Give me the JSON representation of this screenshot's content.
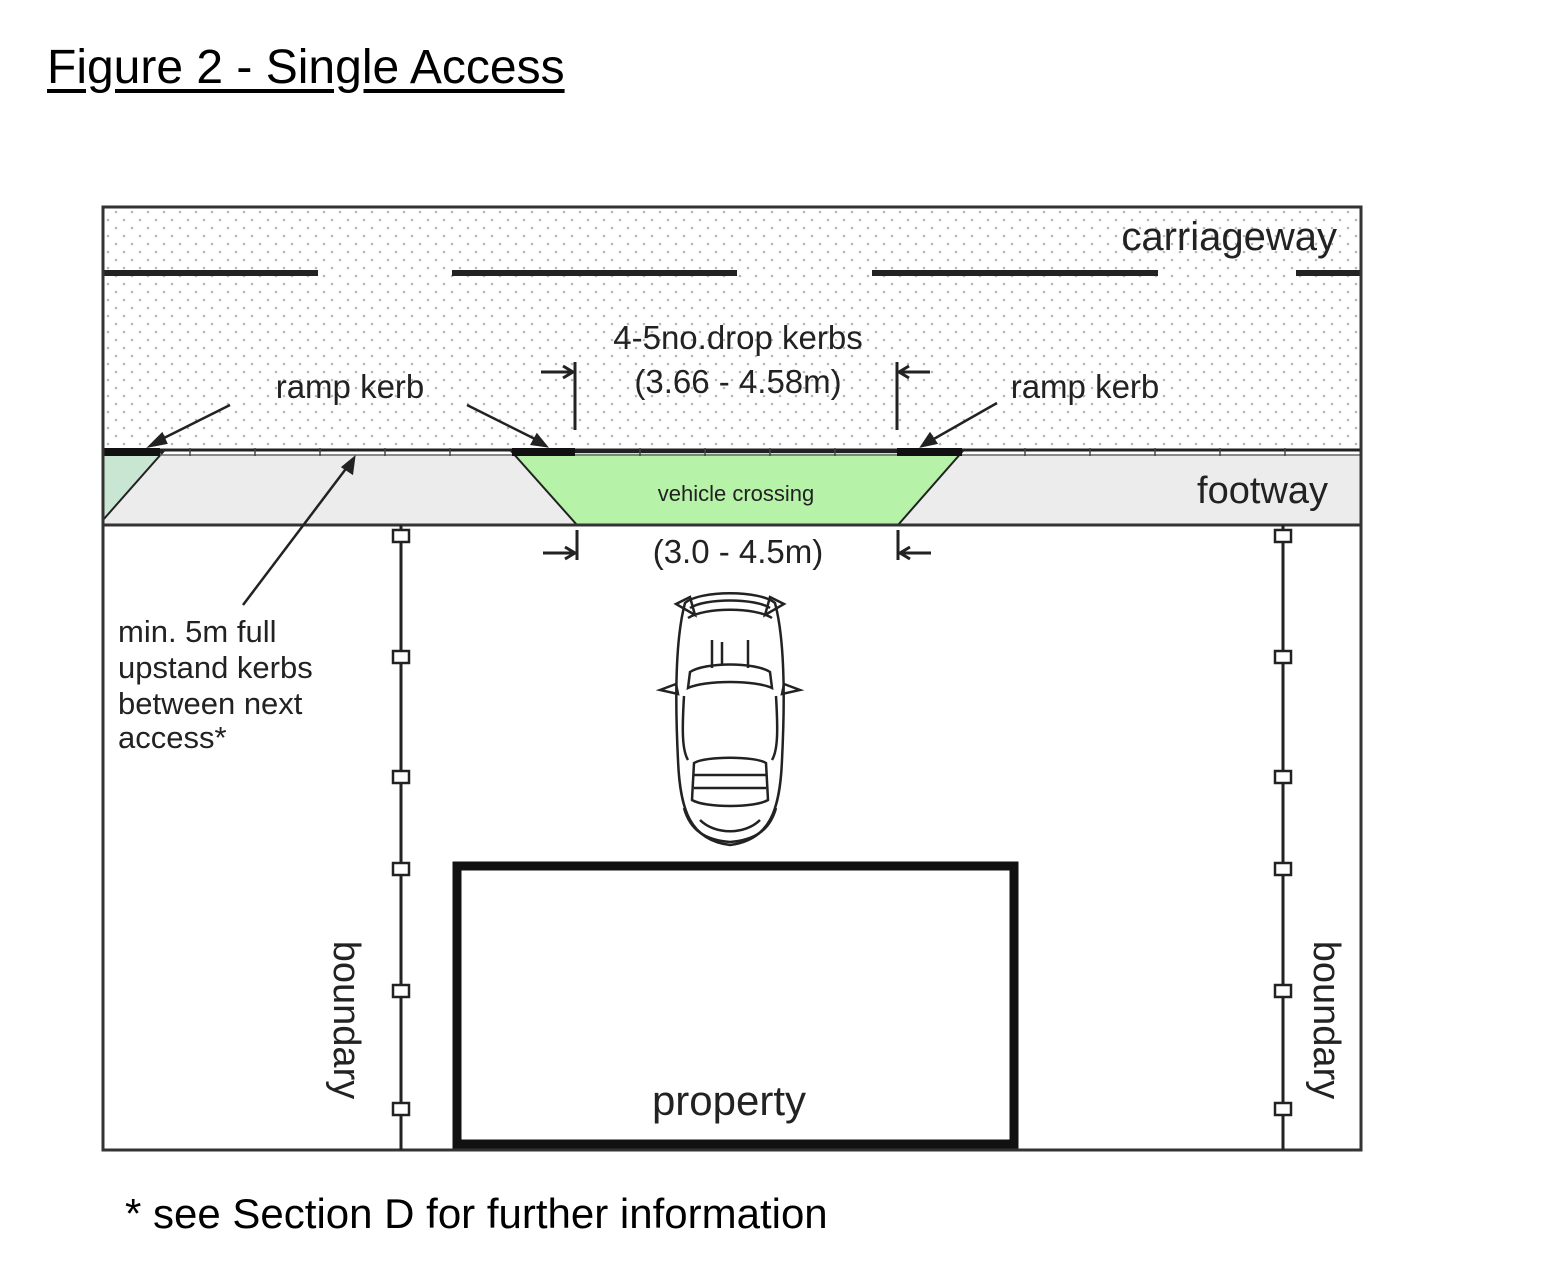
{
  "title": "Figure 2 - Single Access",
  "labels": {
    "carriageway": "carriageway",
    "footway": "footway",
    "drop_kerbs": "4-5no.drop kerbs",
    "drop_kerbs_range": "(3.66 - 4.58m)",
    "ramp_kerb_left": "ramp kerb",
    "ramp_kerb_right": "ramp kerb",
    "vehicle_crossing": "vehicle crossing",
    "crossing_range": "(3.0 - 4.5m)",
    "upstand_line1": "min. 5m full",
    "upstand_line2": "upstand kerbs",
    "upstand_line3": "between next",
    "upstand_line4": "access*",
    "boundary_left": "boundary",
    "boundary_right": "boundary",
    "property": "property"
  },
  "footnote": "* see Section D for further information",
  "colors": {
    "carriageway_fill": "#ffffff",
    "carriageway_dots": "#b8b8b8",
    "footway_fill": "#ececec",
    "crossing_fill": "#b6f2a8",
    "corner_fill": "#c9e6d2",
    "line": "#222222"
  }
}
